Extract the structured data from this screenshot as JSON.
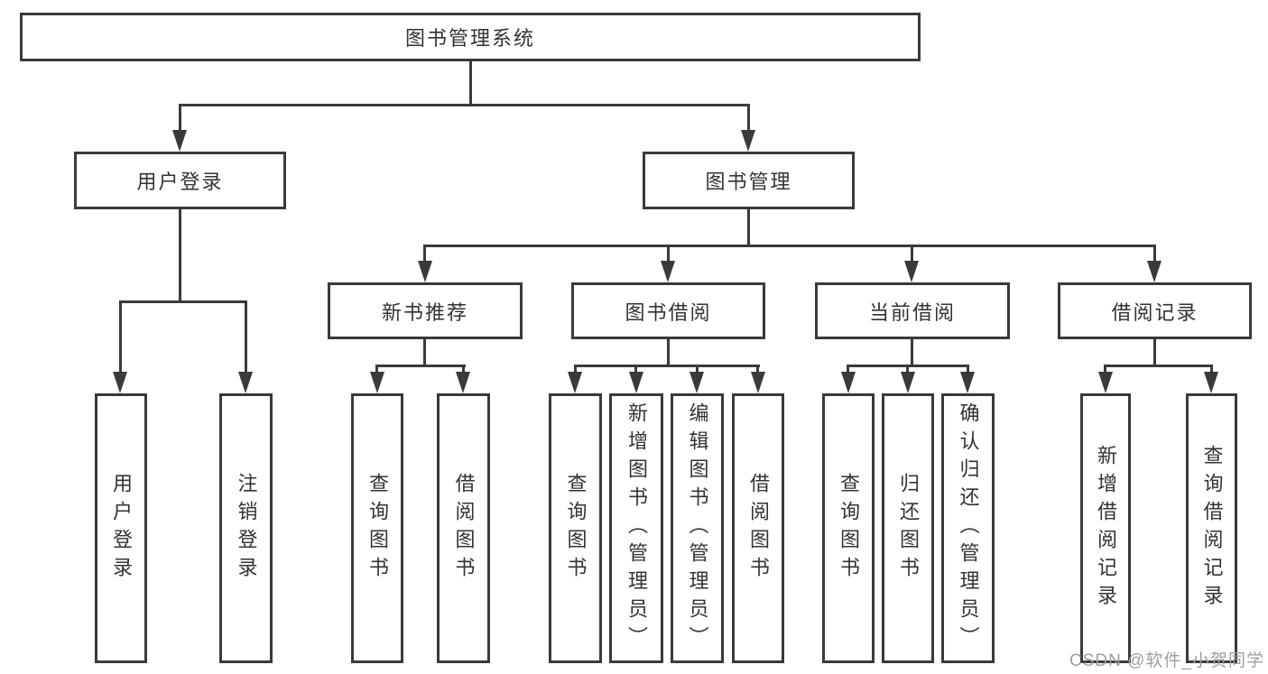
{
  "tree": {
    "root": {
      "label": "图书管理系统",
      "children": [
        {
          "label": "用户登录",
          "children": [
            {
              "label": "用户登录"
            },
            {
              "label": "注销登录"
            }
          ]
        },
        {
          "label": "图书管理",
          "children": [
            {
              "label": "新书推荐",
              "children": [
                {
                  "label": "查询图书"
                },
                {
                  "label": "借阅图书"
                }
              ]
            },
            {
              "label": "图书借阅",
              "children": [
                {
                  "label": "查询图书"
                },
                {
                  "label": "新增图书（管理员）"
                },
                {
                  "label": "编辑图书（管理员）"
                },
                {
                  "label": "借阅图书"
                }
              ]
            },
            {
              "label": "当前借阅",
              "children": [
                {
                  "label": "查询图书"
                },
                {
                  "label": "归还图书"
                },
                {
                  "label": "确认归还（管理员）"
                }
              ]
            },
            {
              "label": "借阅记录",
              "children": [
                {
                  "label": "新增借阅记录"
                },
                {
                  "label": "查询借阅记录"
                }
              ]
            }
          ]
        }
      ]
    }
  },
  "watermark": {
    "text": "CSDN @软件_小贺同学"
  },
  "colors": {
    "line": "#3a3a3a",
    "border": "#3a3a3a",
    "text": "#333333",
    "background": "#ffffff",
    "watermark": "#9e9e9e"
  }
}
